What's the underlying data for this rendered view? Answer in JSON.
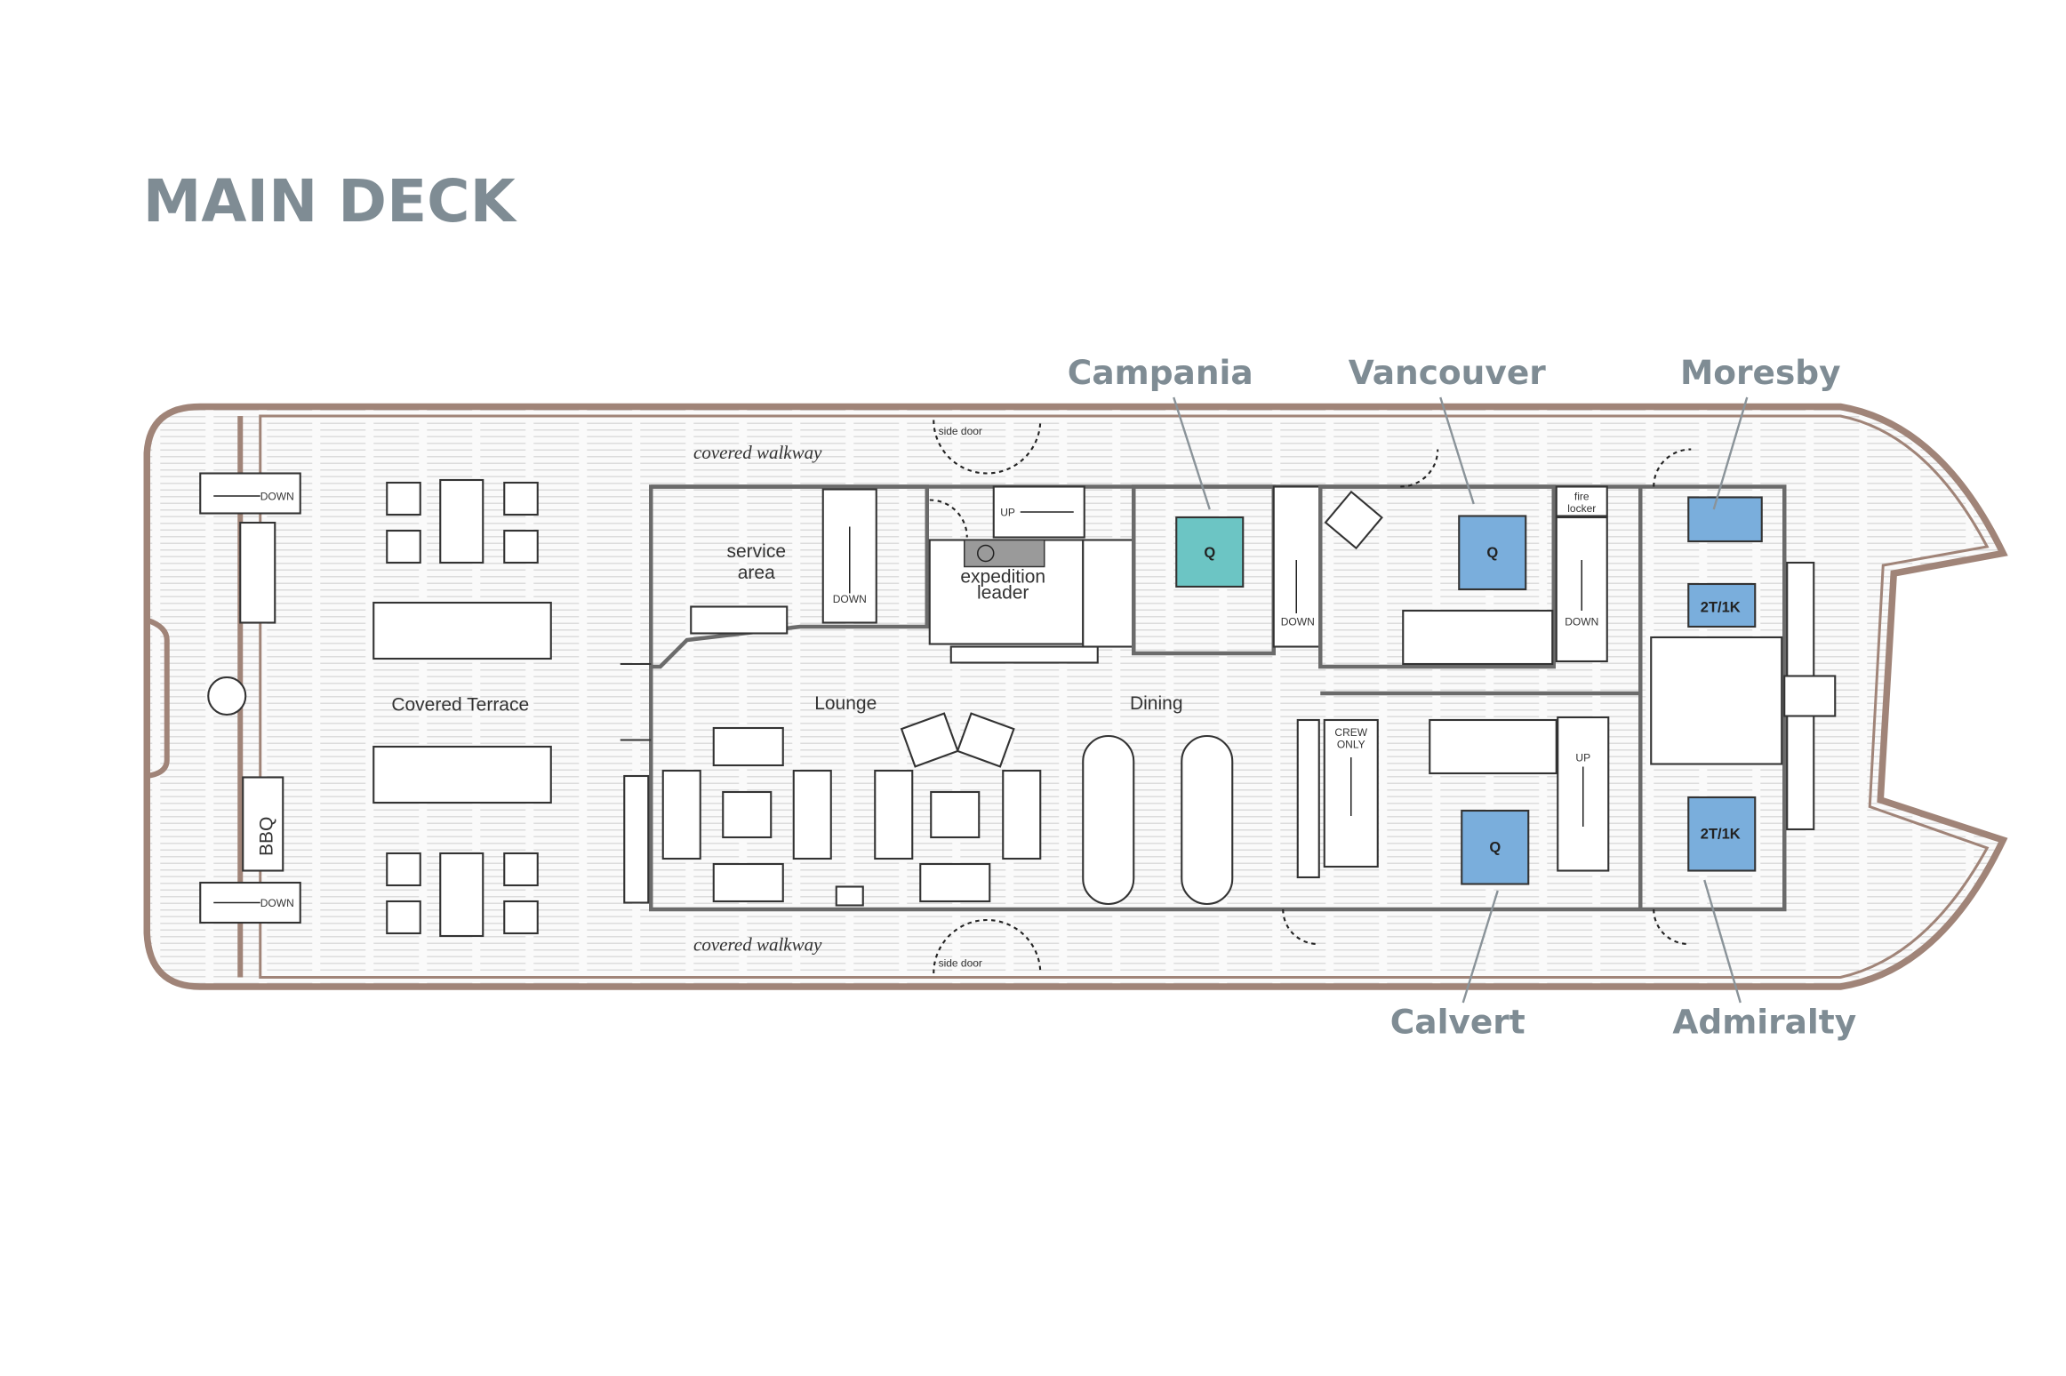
{
  "title": "MAIN DECK",
  "cabins": [
    {
      "name": "Campania",
      "bed": "Q",
      "color": "#6cc5c4"
    },
    {
      "name": "Vancouver",
      "bed": "Q",
      "color": "#7aaedc"
    },
    {
      "name": "Moresby",
      "bed": "",
      "color": "#7aaedc"
    },
    {
      "name": "Calvert",
      "bed": "Q",
      "color": "#7aaedc"
    },
    {
      "name": "Admiralty",
      "bed": "2T/1K",
      "color": "#7aaedc"
    }
  ],
  "extra_bed_label": "2T/1K",
  "areas": {
    "lounge": "Lounge",
    "dining": "Dining",
    "terrace": "Covered Terrace",
    "service": [
      "service",
      "area"
    ],
    "expedition": [
      "expedition",
      "leader"
    ],
    "walkway_top": "covered walkway",
    "walkway_bottom": "covered walkway",
    "side_door_top": "side door",
    "side_door_bottom": "side door",
    "fire_locker": [
      "fire",
      "locker"
    ],
    "crew_only": [
      "CREW",
      "ONLY"
    ],
    "bbq": "BBQ"
  },
  "stairs": [
    {
      "label": "DOWN"
    },
    {
      "label": "DOWN"
    },
    {
      "label": "DOWN"
    },
    {
      "label": "UP"
    },
    {
      "label": "DOWN"
    },
    {
      "label": "DOWN"
    },
    {
      "label": "UP"
    }
  ],
  "colors": {
    "hull": "#a08478",
    "title": "#7f8c94",
    "wall": "#6b6b6b"
  }
}
